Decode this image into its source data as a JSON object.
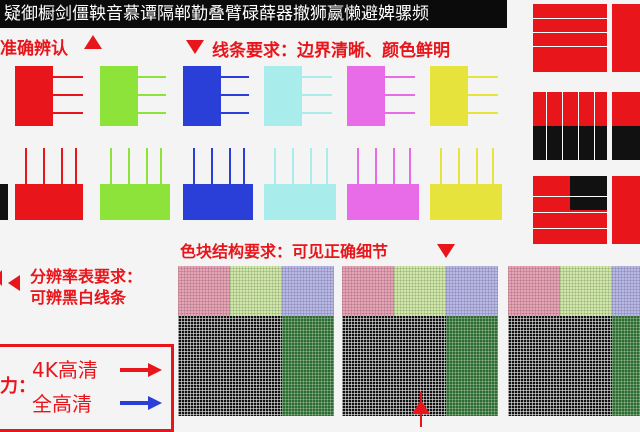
{
  "banner": {
    "text": "疑御橱剑僵鞅音慕谭隔郸勤叠臂碌薛器撤狮嬴懒避婢骡频"
  },
  "labels": {
    "accurate": "准确辨认",
    "lines_req": "线条要求：边界清晰、颜色鲜明",
    "color_block_req": "色块结构要求：可见正确细节",
    "res_req_1": "分辨率表要求：",
    "res_req_2": "可辨黑白线条",
    "fourk": "4K高清",
    "fullhd": "全高清",
    "leftcut": "力："
  },
  "colors": {
    "red": "#e8151b",
    "green": "#8ee33b",
    "blue": "#2a3fd8",
    "cyan": "#a8ecec",
    "magenta": "#e86be8",
    "yellow": "#e6e43c",
    "arrow_red": "#e8151b",
    "arrow_blue": "#2a3fd8"
  }
}
